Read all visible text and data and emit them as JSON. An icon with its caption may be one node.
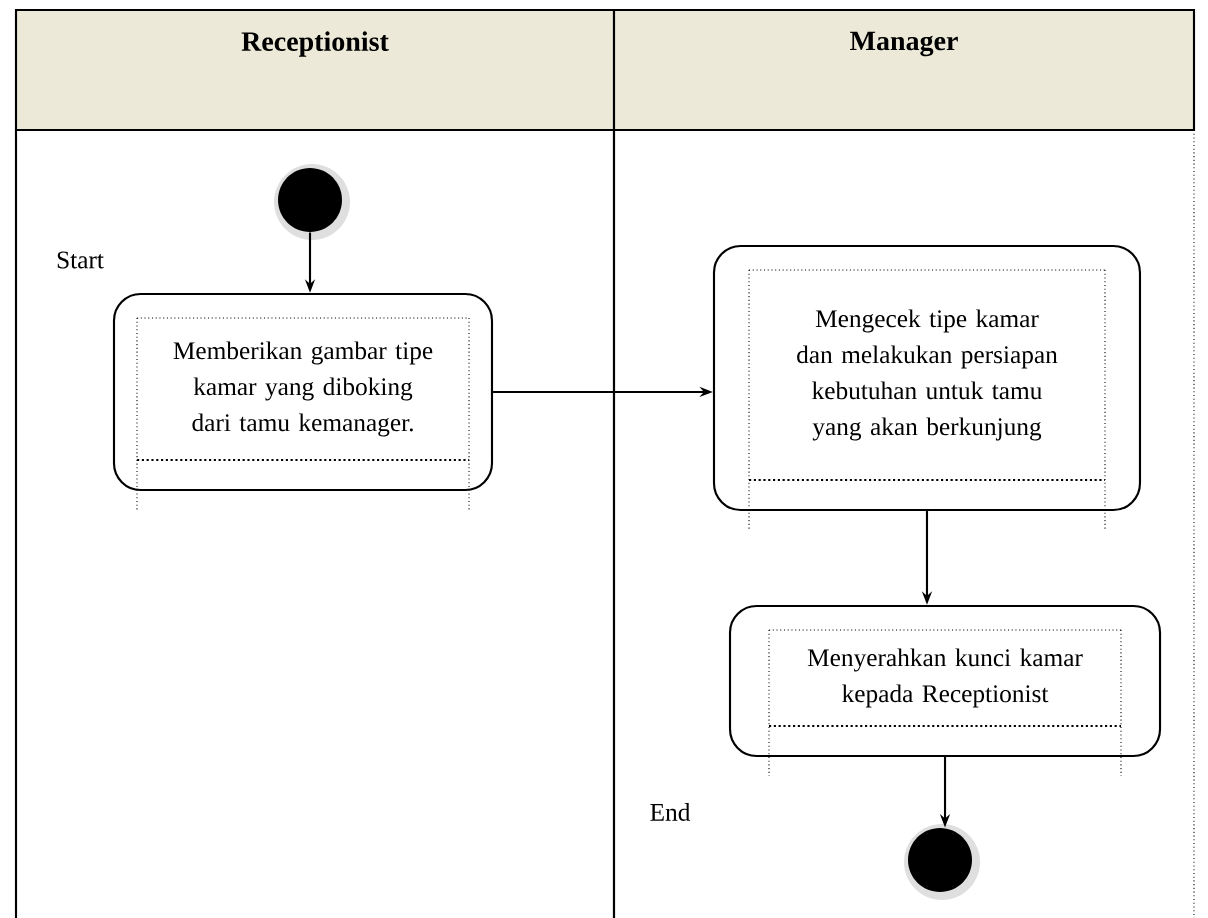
{
  "diagram": {
    "nodes": [
      {
        "text": [
          "Receptionist"
        ]
      },
      {
        "text": [
          "Manager"
        ]
      },
      {
        "text": [],
        "shape": "circle",
        "in": 0
      },
      {
        "text": [
          "Memberikan gambar tipe kamar yang diboking dari tamu kemanager."
        ],
        "in": 0
      },
      {
        "text": [
          "Mengecek tipe kamar dan melakukan persiapan kebutuhan untuk tamu yang akan berkunjung"
        ],
        "in": 1
      },
      {
        "text": [
          "Menyerahkan kunci kamar kepada Receptionist"
        ],
        "in": 1
      },
      {
        "text": [],
        "shape": "circle",
        "in": 1
      }
    ],
    "labels": [
      "Start",
      "End"
    ],
    "edges": [
      {
        "from": 2,
        "to": 3,
        "arrow": "to"
      },
      {
        "from": 3,
        "to": 4,
        "arrow": "to"
      },
      {
        "from": 4,
        "to": 5,
        "arrow": "to"
      },
      {
        "from": 5,
        "to": 6,
        "arrow": "to"
      }
    ]
  }
}
